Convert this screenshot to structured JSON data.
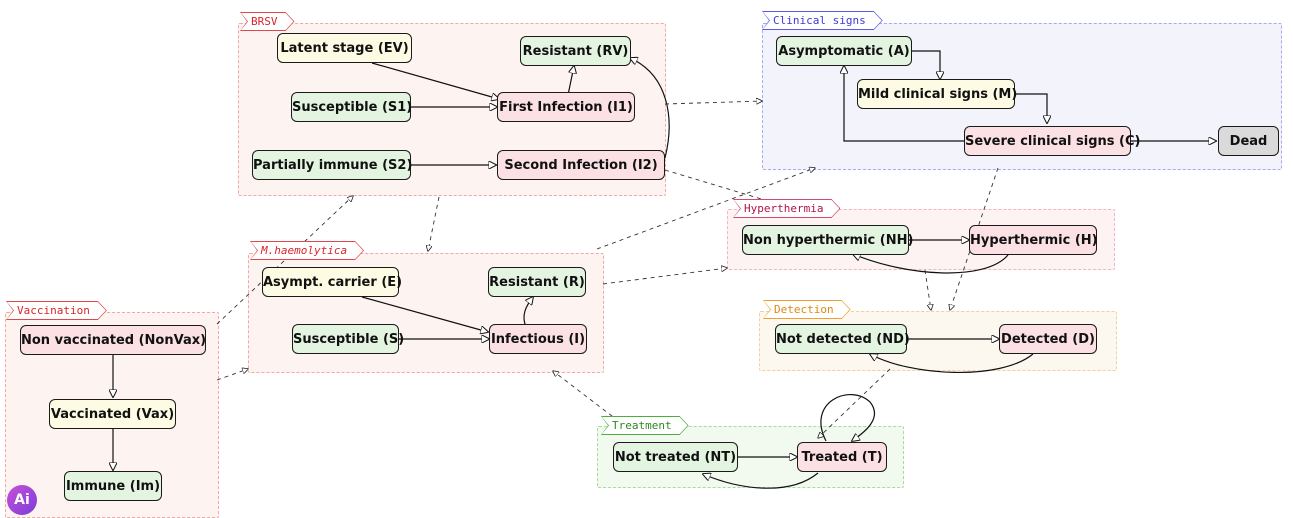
{
  "panels": {
    "brsv": "BRSV",
    "clinical": "Clinical signs",
    "hyperthermia": "Hyperthermia",
    "mhaemolytica": "M.haemolytica",
    "vaccination": "Vaccination",
    "detection": "Detection",
    "treatment": "Treatment"
  },
  "nodes": {
    "latent_ev": "Latent stage (EV)",
    "resistant_rv": "Resistant (RV)",
    "susceptible_s1": "Susceptible (S1)",
    "first_infection_i1": "First Infection (I1)",
    "partially_immune_s2": "Partially immune (S2)",
    "second_infection_i2": "Second Infection (I2)",
    "asymptomatic_a": "Asymptomatic (A)",
    "mild_m": "Mild clinical signs (M)",
    "severe_c": "Severe clinical signs (C)",
    "dead": "Dead",
    "non_hyperthermic_nh": "Non hyperthermic (NH)",
    "hyperthermic_h": "Hyperthermic (H)",
    "asympt_carrier_e": "Asympt. carrier (E)",
    "resistant_r": "Resistant (R)",
    "susceptible_s": "Susceptible (S)",
    "infectious_i": "Infectious (I)",
    "non_vaccinated": "Non vaccinated (NonVax)",
    "vaccinated": "Vaccinated (Vax)",
    "immune": "Immune (Im)",
    "not_detected": "Not detected (ND)",
    "detected": "Detected (D)",
    "not_treated": "Not treated (NT)",
    "treated": "Treated (T)"
  },
  "logo": "Ai",
  "colors": {
    "susceptible_fill": "#e3f5e1",
    "latent_fill": "#fdfbe3",
    "infected_fill": "#fbe1e3",
    "dead_fill": "#dadada",
    "brsv_accent": "#e0474b",
    "clinical_accent": "#5a5ae8",
    "hyperthermia_accent": "#d24a6e",
    "detection_accent": "#f0a030",
    "treatment_accent": "#4caf3d"
  }
}
